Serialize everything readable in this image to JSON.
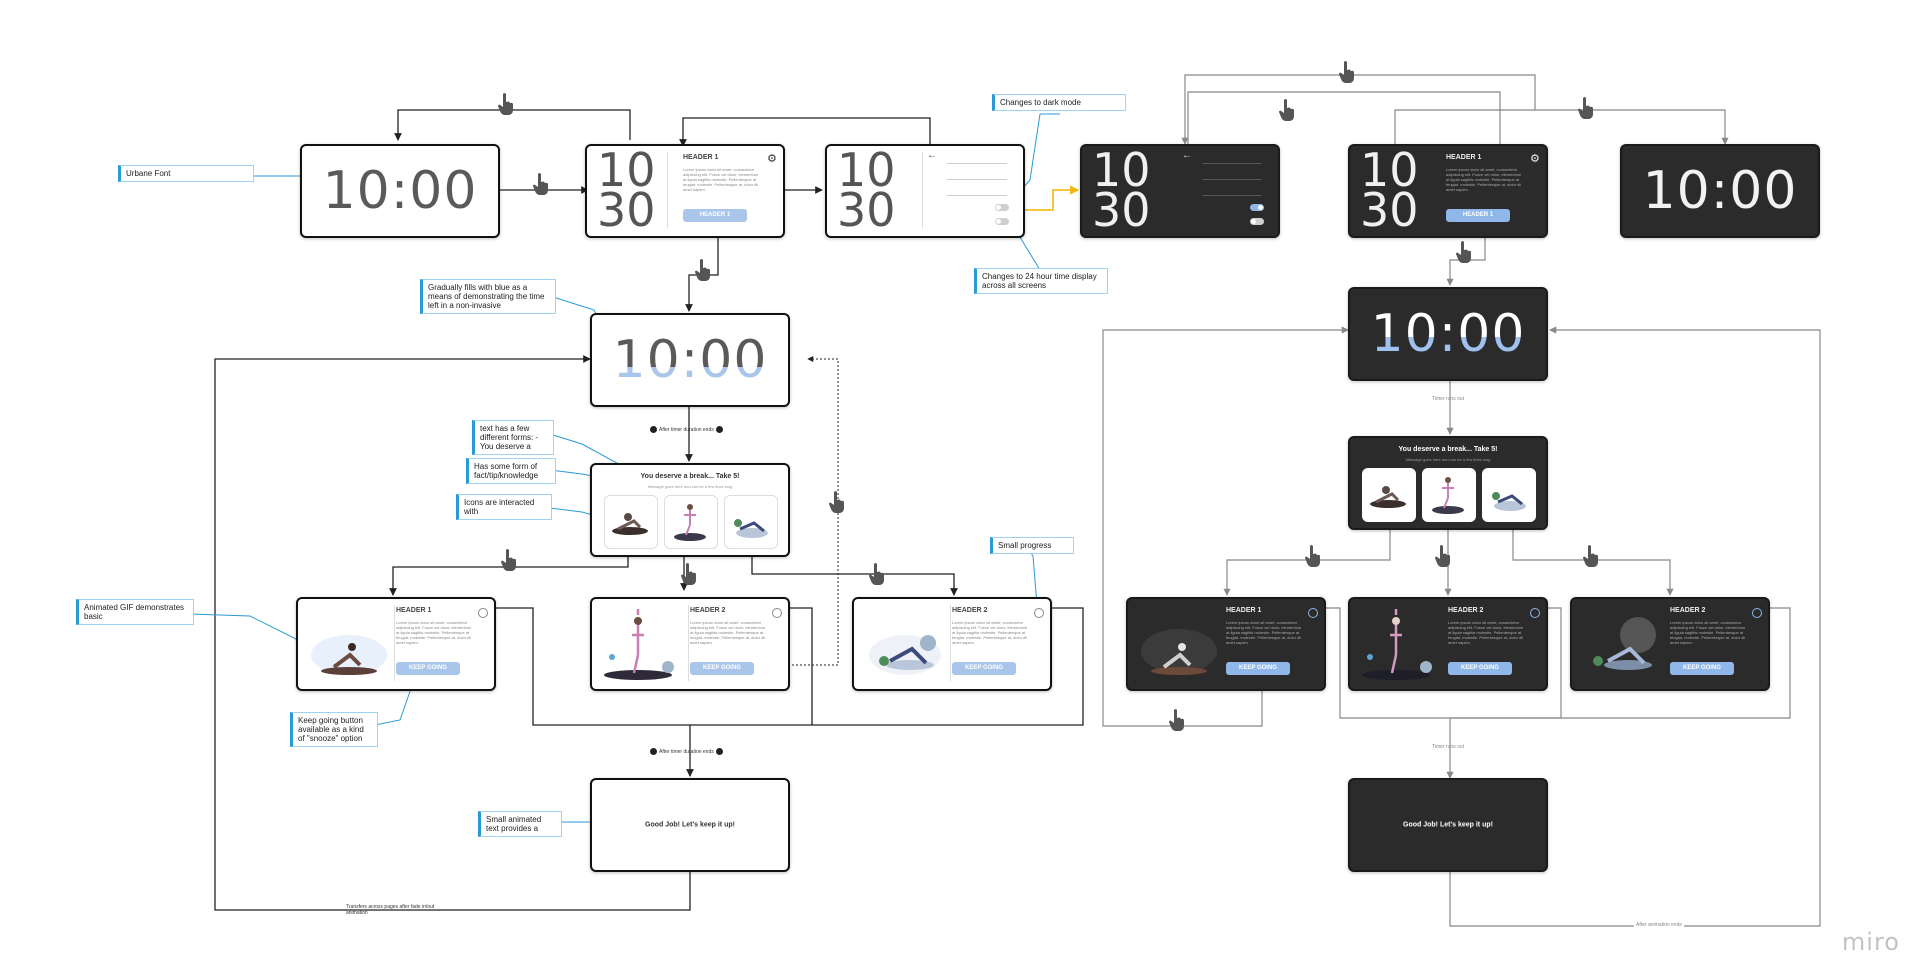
{
  "screens": {
    "clock_text": "10:00",
    "stack_top": "10",
    "stack_bottom": "30",
    "header_1": "HEADER 1",
    "header_2": "HEADER 2",
    "header_button": "HEADER 1",
    "keep_going": "KEEP GOING",
    "lorem": "Lorem ipsum dolor sit amet, consectetur adipiscing elit. Fusce vel dolor, elementum at ligula sagittis molestie. Pellentesque at feugiat, molestie. Pellentesque at, dolor dil amet sapien.",
    "break_title": "You deserve a break... Take 5!",
    "break_subtitle": "Message goes here and can be a few lines long",
    "good_job": "Good Job! Let's keep it up!",
    "settings_rows": [
      "",
      "",
      "",
      "",
      ""
    ]
  },
  "annotations": {
    "urbane_font": "Urbane Font",
    "dark_mode": "Changes to dark mode",
    "hour24": "Changes to 24 hour time display across all screens",
    "gradually": "Gradually fills with blue as a means of demonstrating the time left in a non-invasive",
    "text_forms": "text has a few different forms: - You deserve a",
    "fact_tip": "Has some form of fact/tip/knowledge",
    "icons": "Icons are interacted with",
    "small_progress": "Small progress",
    "animated_gif": "Animated GIF demonstrates basic",
    "keep_going_btn": "Keep going button available as a kind of \"snooze\" option",
    "small_animated": "Small animated text provides a"
  },
  "flow_labels": {
    "after_timer": "After timer duration ends",
    "transfers": "Transfers across pages after fade in/out animation",
    "timer_runs_out": "Timer runs out",
    "after_animation": "After animation ends"
  },
  "brand": "miro",
  "colors": {
    "accent": "#a9c6ea",
    "annotation_line": "#2a9ad6",
    "dark_bg": "#2b2b2b",
    "highlight_line": "#f2b600"
  }
}
